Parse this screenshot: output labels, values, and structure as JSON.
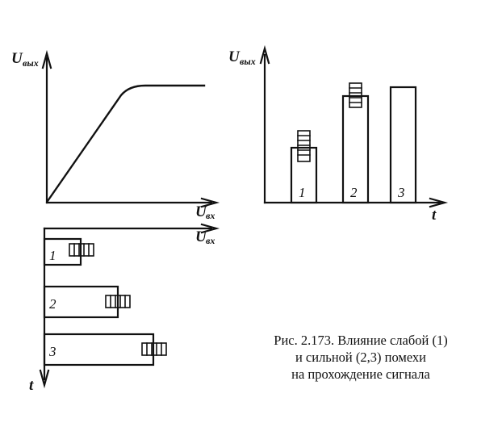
{
  "figure": {
    "transfer_plot": {
      "y_axis_label": "U",
      "y_axis_sub": "вых",
      "x_axis_label": "U",
      "x_axis_sub": "вх"
    },
    "input_pulses": {
      "x_axis_label": "U",
      "x_axis_sub": "вх",
      "y_axis_label": "t",
      "pulse_labels": [
        "1",
        "2",
        "3"
      ]
    },
    "output_pulses": {
      "y_axis_label": "U",
      "y_axis_sub": "вых",
      "x_axis_label": "t",
      "pulse_labels": [
        "1",
        "2",
        "3"
      ]
    },
    "caption": {
      "line1": "Рис. 2.173. Влияние слабой (1)",
      "line2": "и сильной (2,3) помехи",
      "line3": "на прохождение сигнала"
    }
  }
}
